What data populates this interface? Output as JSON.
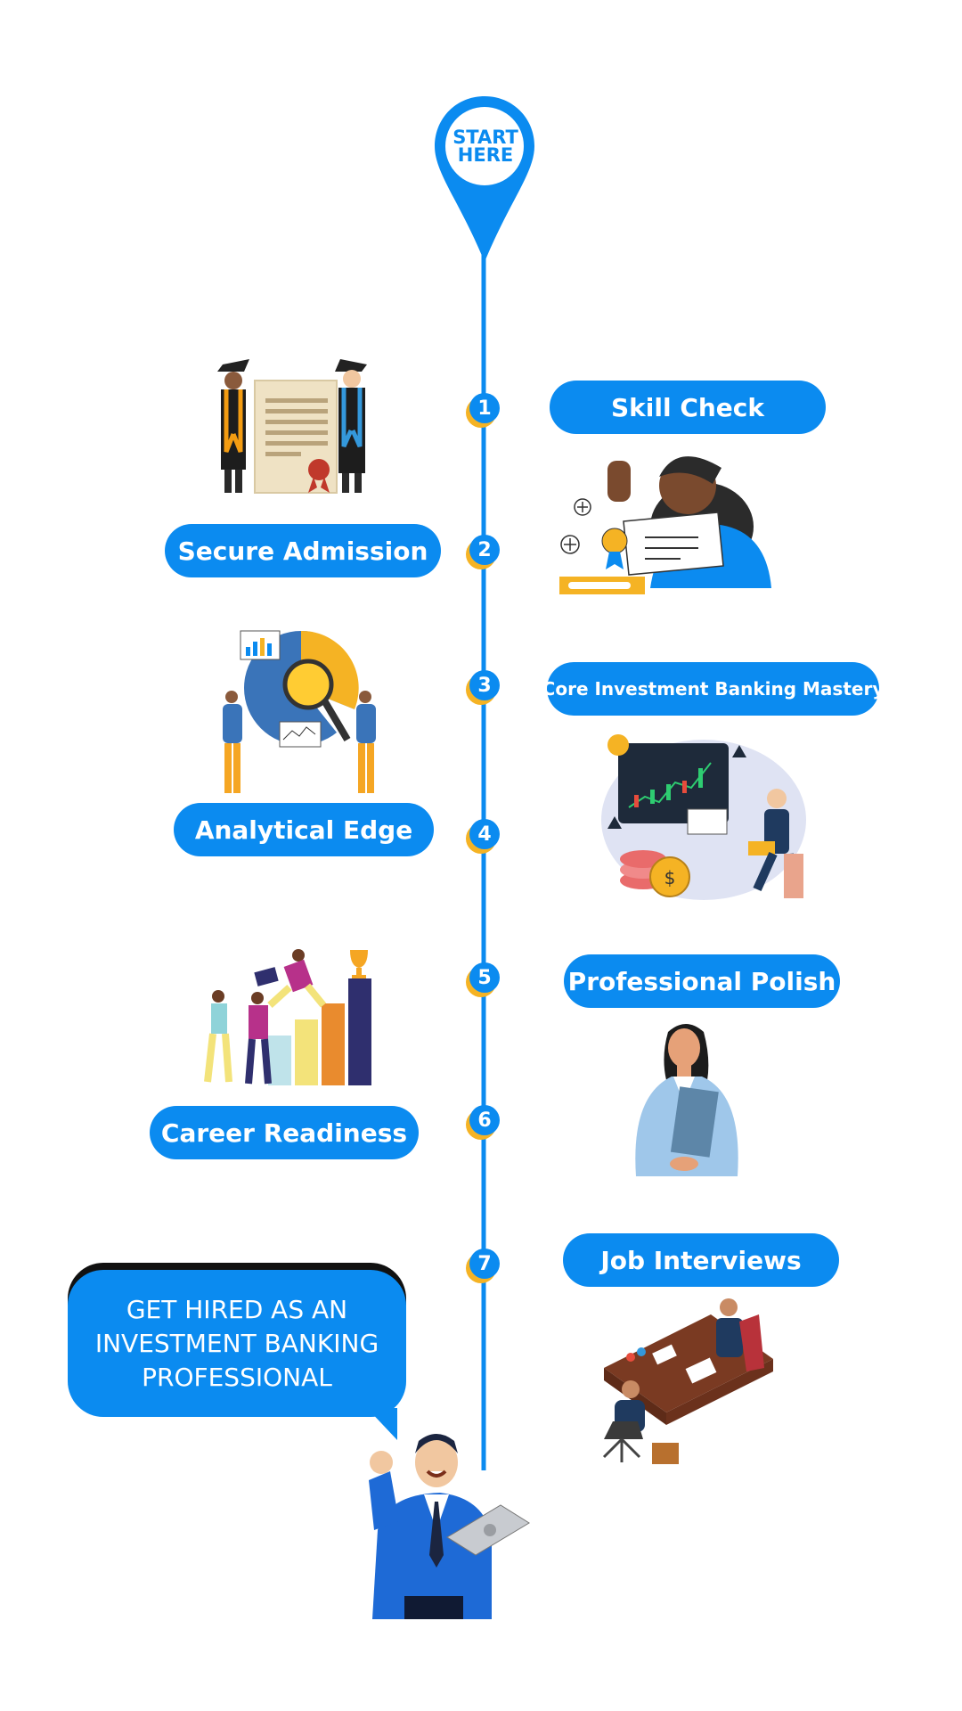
{
  "start_pin": {
    "line1": "START",
    "line2": "HERE"
  },
  "steps": [
    {
      "number": "1",
      "label": "Skill Check"
    },
    {
      "number": "2",
      "label": "Secure Admission"
    },
    {
      "number": "3",
      "label": "Core Investment Banking Mastery"
    },
    {
      "number": "4",
      "label": "Analytical Edge"
    },
    {
      "number": "5",
      "label": "Professional Polish"
    },
    {
      "number": "6",
      "label": "Career Readiness"
    },
    {
      "number": "7",
      "label": "Job Interviews"
    }
  ],
  "final_message": {
    "line1": "GET HIRED AS AN",
    "line2": "INVESTMENT BANKING",
    "line3": "PROFESSIONAL"
  },
  "colors": {
    "primary_blue": "#0b8bf0",
    "accent_yellow": "#f5b324",
    "background": "#ffffff"
  },
  "icons": [
    "location-pin-icon",
    "graduates-certificate-icon",
    "skill-certificate-icon",
    "data-analysis-icon",
    "trading-chart-icon",
    "career-growth-icon",
    "professional-woman-icon",
    "interview-meeting-icon",
    "hired-banker-icon"
  ]
}
